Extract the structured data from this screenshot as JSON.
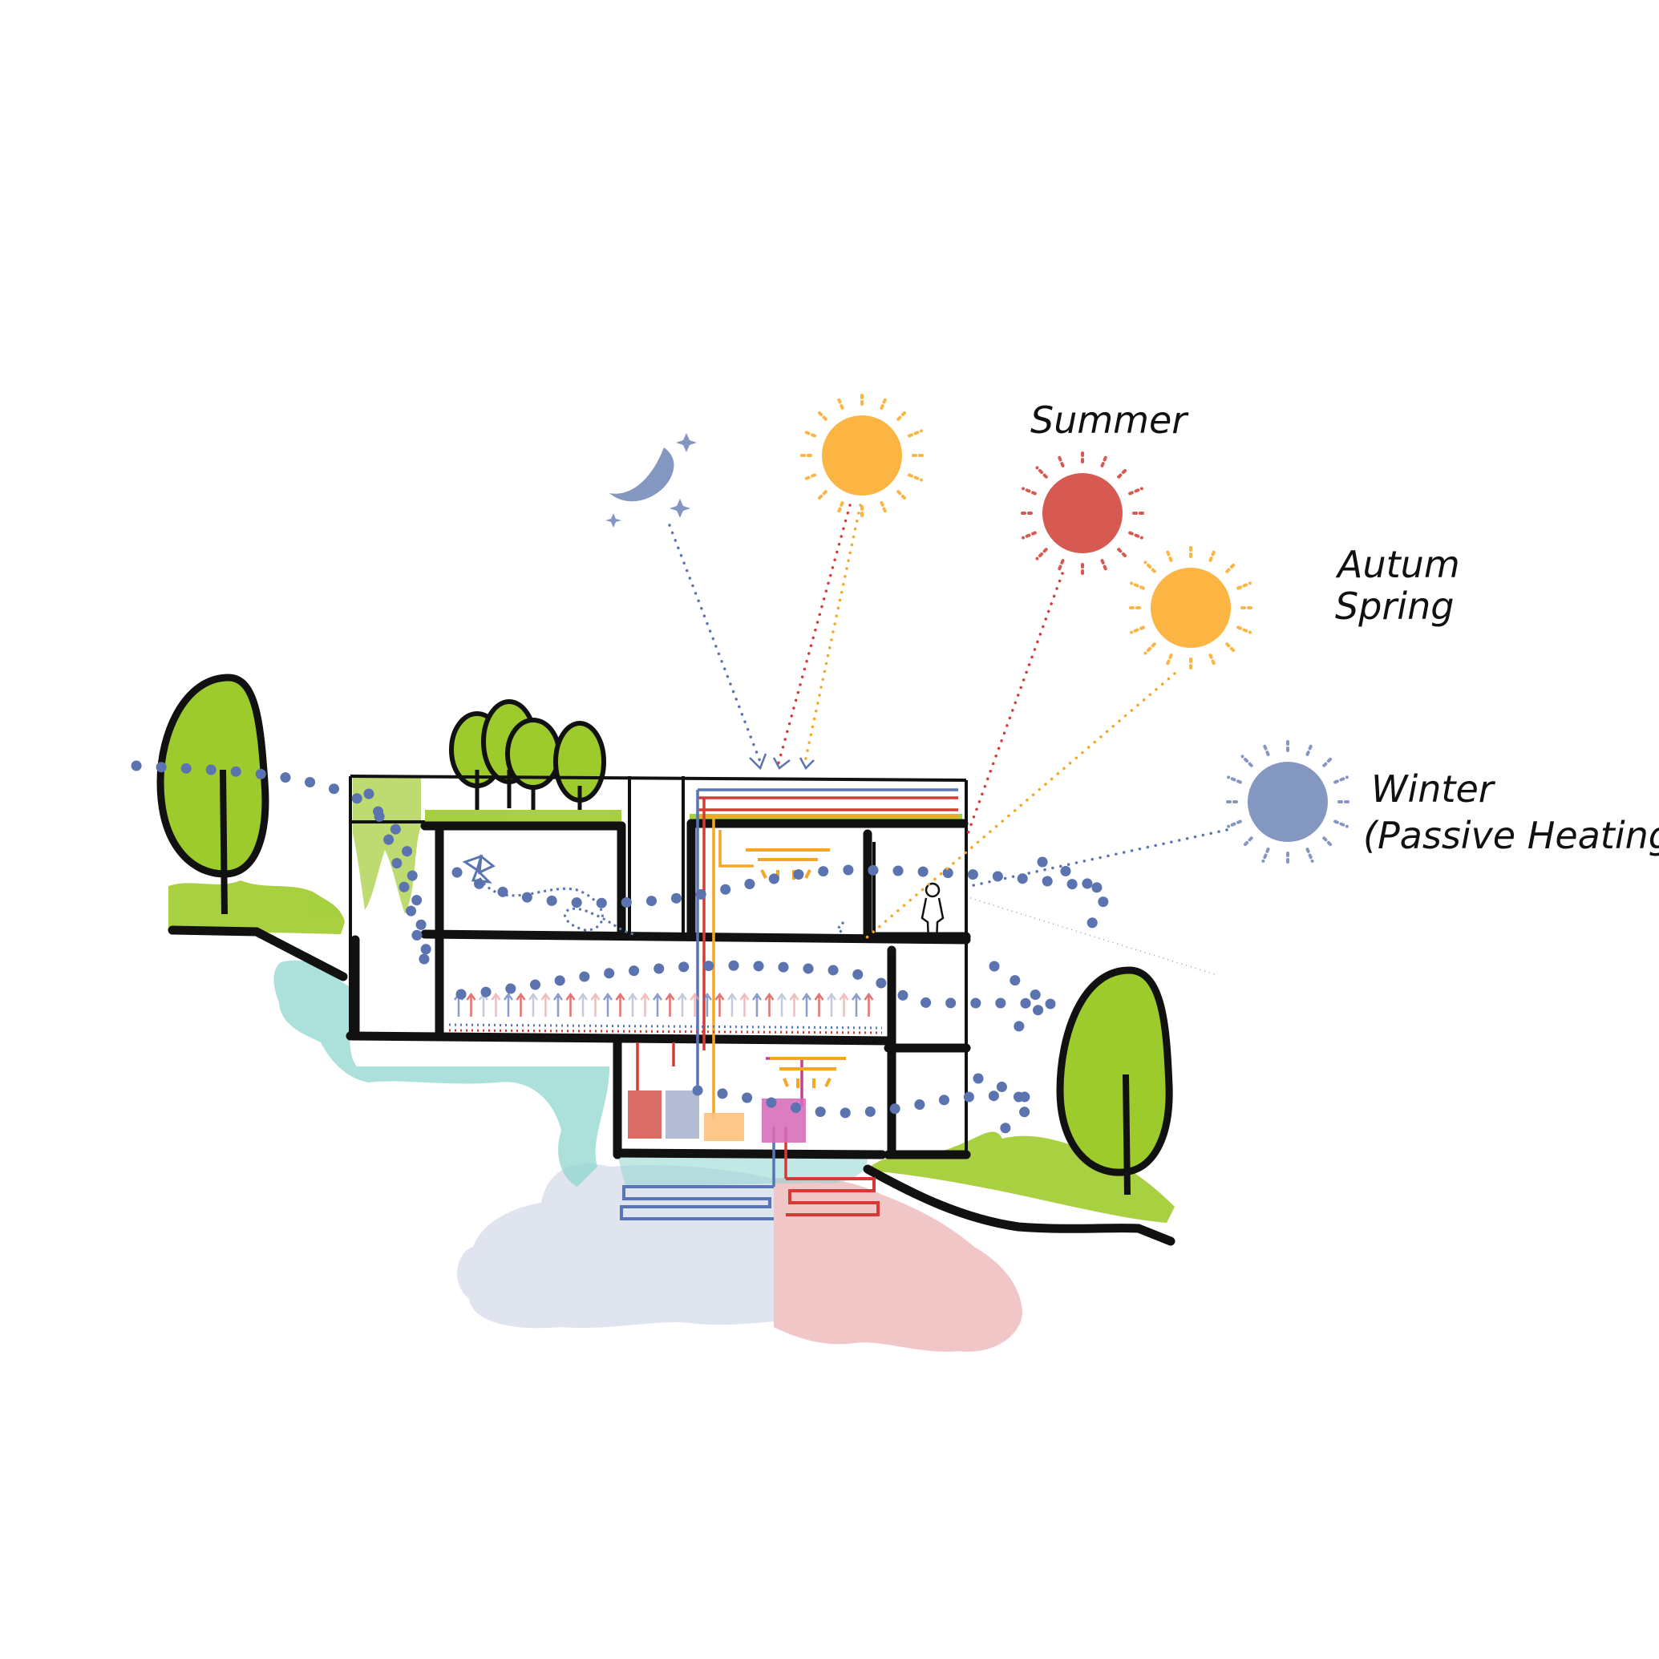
{
  "labels": {
    "summer": "Summer",
    "autumn_line1": "Autum",
    "autumn_line2": "Spring",
    "winter_line1": "Winter",
    "winter_line2": "(Passive Heating)"
  },
  "colors": {
    "summer_sun": "#d65a52",
    "midday_sun": "#fcb442",
    "autumn_sun": "#fcb442",
    "winter_sun": "#8497c0",
    "moon": "#8497c0",
    "vegetation": "#9ecb2c",
    "air_flow": "#5b74b0",
    "groundwater": "#8fd6cf",
    "cool_ground": "#dde3ee",
    "warm_ground": "#efc3c4",
    "heat_pipe": "#d53b34",
    "cold_pipe": "#5a74b8",
    "hot_water_pipe": "#f5a623"
  },
  "icons": {
    "moon": "crescent-moon-icon",
    "stars": "star-icon",
    "suns": "sun-icon",
    "person": "person-icon",
    "fan": "fan-icon",
    "trees": "tree-icon",
    "tanks": "storage-tank-icon"
  }
}
